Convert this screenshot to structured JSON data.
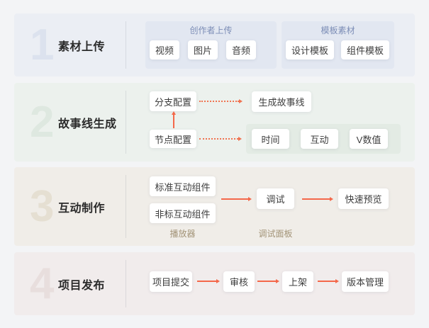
{
  "diagram": {
    "kind": "product-workflow-flowchart",
    "colors": {
      "page_bg": "#f3f4f6",
      "section1_bg": "#ebeef4",
      "section2_bg": "#ecf1ed",
      "section3_bg": "#f0ede8",
      "section4_bg": "#f1ecec",
      "blue_panel_bg": "#e2e7f1",
      "green_panel_bg": "#e3ebe4",
      "arrow_accent": "#f4684a",
      "panel_label_blue": "#7c8db6",
      "caption_tan": "#a39478"
    }
  },
  "sections": [
    {
      "number": "1",
      "title": "素材上传",
      "panels": [
        {
          "label": "创作者上传",
          "chips": [
            "视频",
            "图片",
            "音频"
          ]
        },
        {
          "label": "模板素材",
          "chips": [
            "设计模板",
            "组件模板"
          ]
        }
      ]
    },
    {
      "number": "2",
      "title": "故事线生成",
      "cards": {
        "branch": "分支配置",
        "node": "节点配置",
        "generate": "生成故事线"
      },
      "node_chips": [
        "时间",
        "互动",
        "V数值"
      ]
    },
    {
      "number": "3",
      "title": "互动制作",
      "cards": {
        "standard": "标准互动组件",
        "nonstandard": "非标互动组件",
        "debug": "调试",
        "preview": "快速预览"
      },
      "captions": {
        "player": "播放器",
        "debug_panel": "调试面板"
      }
    },
    {
      "number": "4",
      "title": "项目发布",
      "flow": [
        "项目提交",
        "审核",
        "上架",
        "版本管理"
      ]
    }
  ]
}
